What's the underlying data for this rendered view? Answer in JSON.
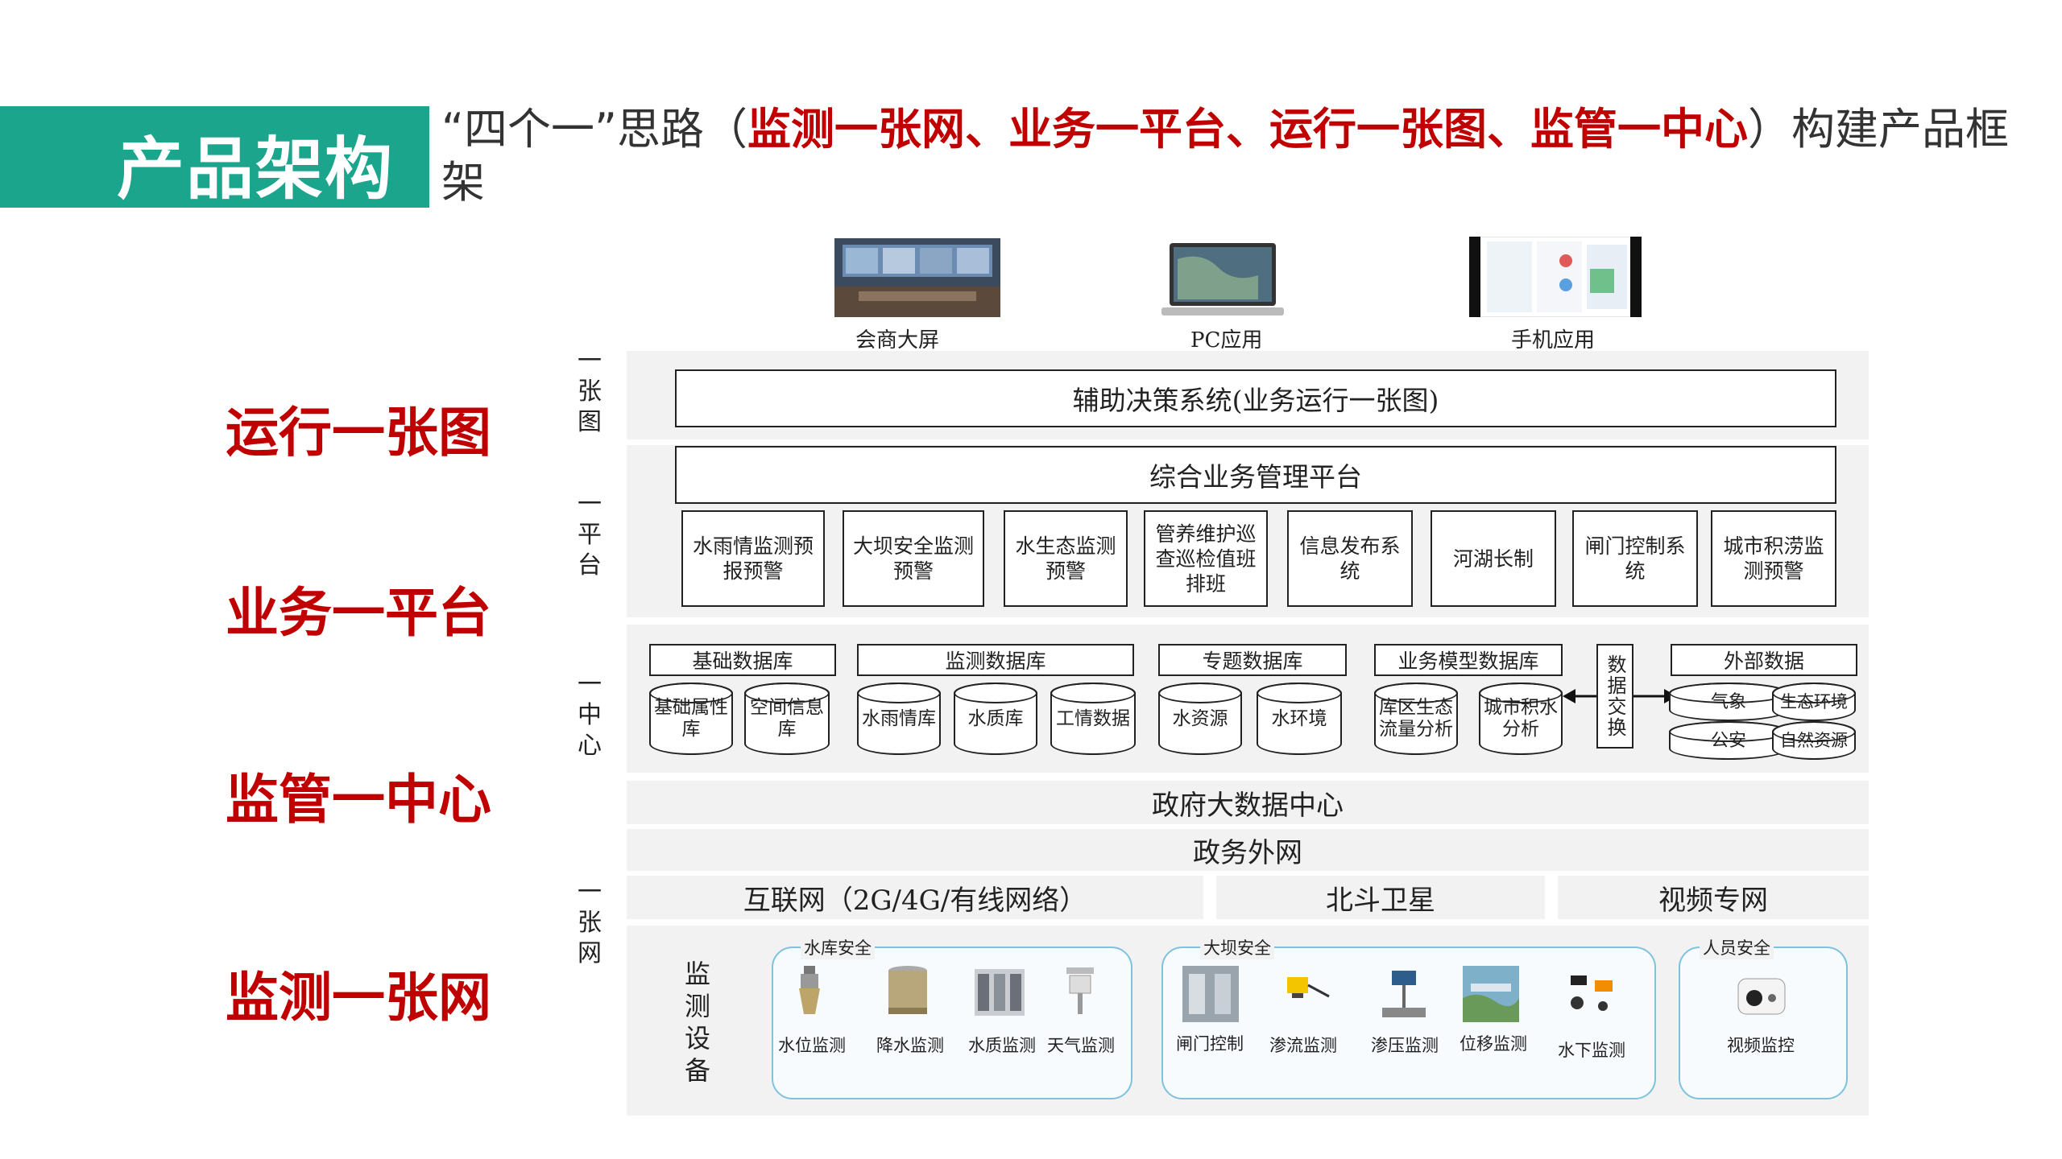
{
  "header": {
    "title": "产品架构",
    "subtitle_pre": "“四个一”思路（",
    "subtitle_hl": "监测一张网、业务一平台、运行一张图、监管一中心",
    "subtitle_post": "）构建产品框架"
  },
  "side_labels": [
    "运行一张图",
    "业务一平台",
    "监管一中心",
    "监测一张网"
  ],
  "devices_top": [
    "会商大屏",
    "PC应用",
    "手机应用"
  ],
  "layer_labels": {
    "map": "一张图",
    "platform": "一平台",
    "center": "一中心",
    "network": "一张网",
    "monitor_devices": "监测设备"
  },
  "decision_system": "辅助决策系统(业务运行一张图)",
  "platform_title": "综合业务管理平台",
  "modules": [
    "水雨情监测预报预警",
    "大坝安全监测预警",
    "水生态监测预警",
    "管养维护巡查巡检值班排班",
    "信息发布系统",
    "河湖长制",
    "闸门控制系统",
    "城市积涝监测预警"
  ],
  "databases": [
    {
      "title": "基础数据库",
      "items": [
        "基础属性库",
        "空间信息库"
      ]
    },
    {
      "title": "监测数据库",
      "items": [
        "水雨情库",
        "水质库",
        "工情数据"
      ]
    },
    {
      "title": "专题数据库",
      "items": [
        "水资源",
        "水环境"
      ]
    },
    {
      "title": "业务模型数据库",
      "items": [
        "库区生态流量分析",
        "城市积水分析"
      ]
    }
  ],
  "data_exchange": "数据交换",
  "external": {
    "title": "外部数据",
    "items": [
      "气象",
      "生态环境",
      "公安",
      "自然资源"
    ]
  },
  "gov_bigdata": "政府大数据中心",
  "gov_extranet": "政务外网",
  "networks": [
    "互联网（2G/4G/有线网络）",
    "北斗卫星",
    "视频专网"
  ],
  "device_groups": [
    {
      "title": "水库安全",
      "items": [
        "水位监测",
        "降水监测",
        "水质监测",
        "天气监测"
      ]
    },
    {
      "title": "大坝安全",
      "items": [
        "闸门控制",
        "渗流监测",
        "渗压监测",
        "位移监测",
        "水下监测"
      ]
    },
    {
      "title": "人员安全",
      "items": [
        "视频监控"
      ]
    }
  ],
  "colors": {
    "teal": "#1aa58c",
    "red": "#c00000",
    "layer_bg": "#f2f2f2",
    "group_border": "#7ec3dc"
  }
}
